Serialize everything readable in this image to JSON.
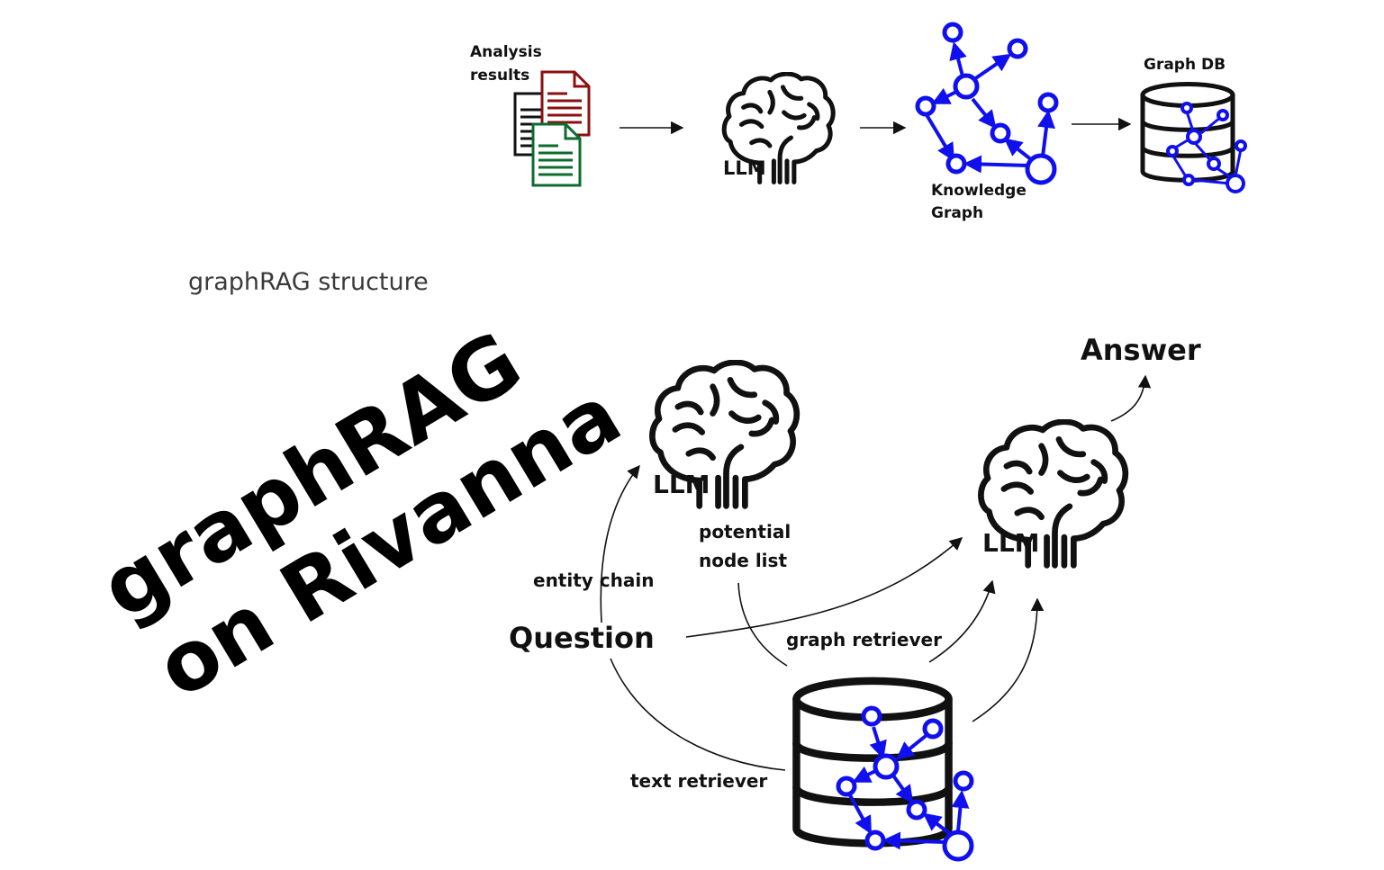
{
  "top": {
    "analysis_label_line1": "Analysis",
    "analysis_label_line2": "results",
    "llm_label": "LLM",
    "kg_label_line1": "Knowledge",
    "kg_label_line2": "Graph",
    "graphdb_label": "Graph DB"
  },
  "caption": "graphRAG structure",
  "overlay": {
    "line1": "graphRAG",
    "line2": "on Rivanna"
  },
  "bottom": {
    "llm_left_label": "LLM",
    "llm_right_label": "LLM",
    "answer": "Answer",
    "question": "Question",
    "entity_chain": "entity chain",
    "potential_line1": "potential",
    "potential_line2": "node list",
    "graph_retriever": "graph retriever",
    "text_retriever": "text retriever"
  },
  "colors": {
    "graph_blue": "#1010ee",
    "doc_red": "#8b1010",
    "doc_green": "#0e6b2e",
    "ink": "#111111"
  }
}
